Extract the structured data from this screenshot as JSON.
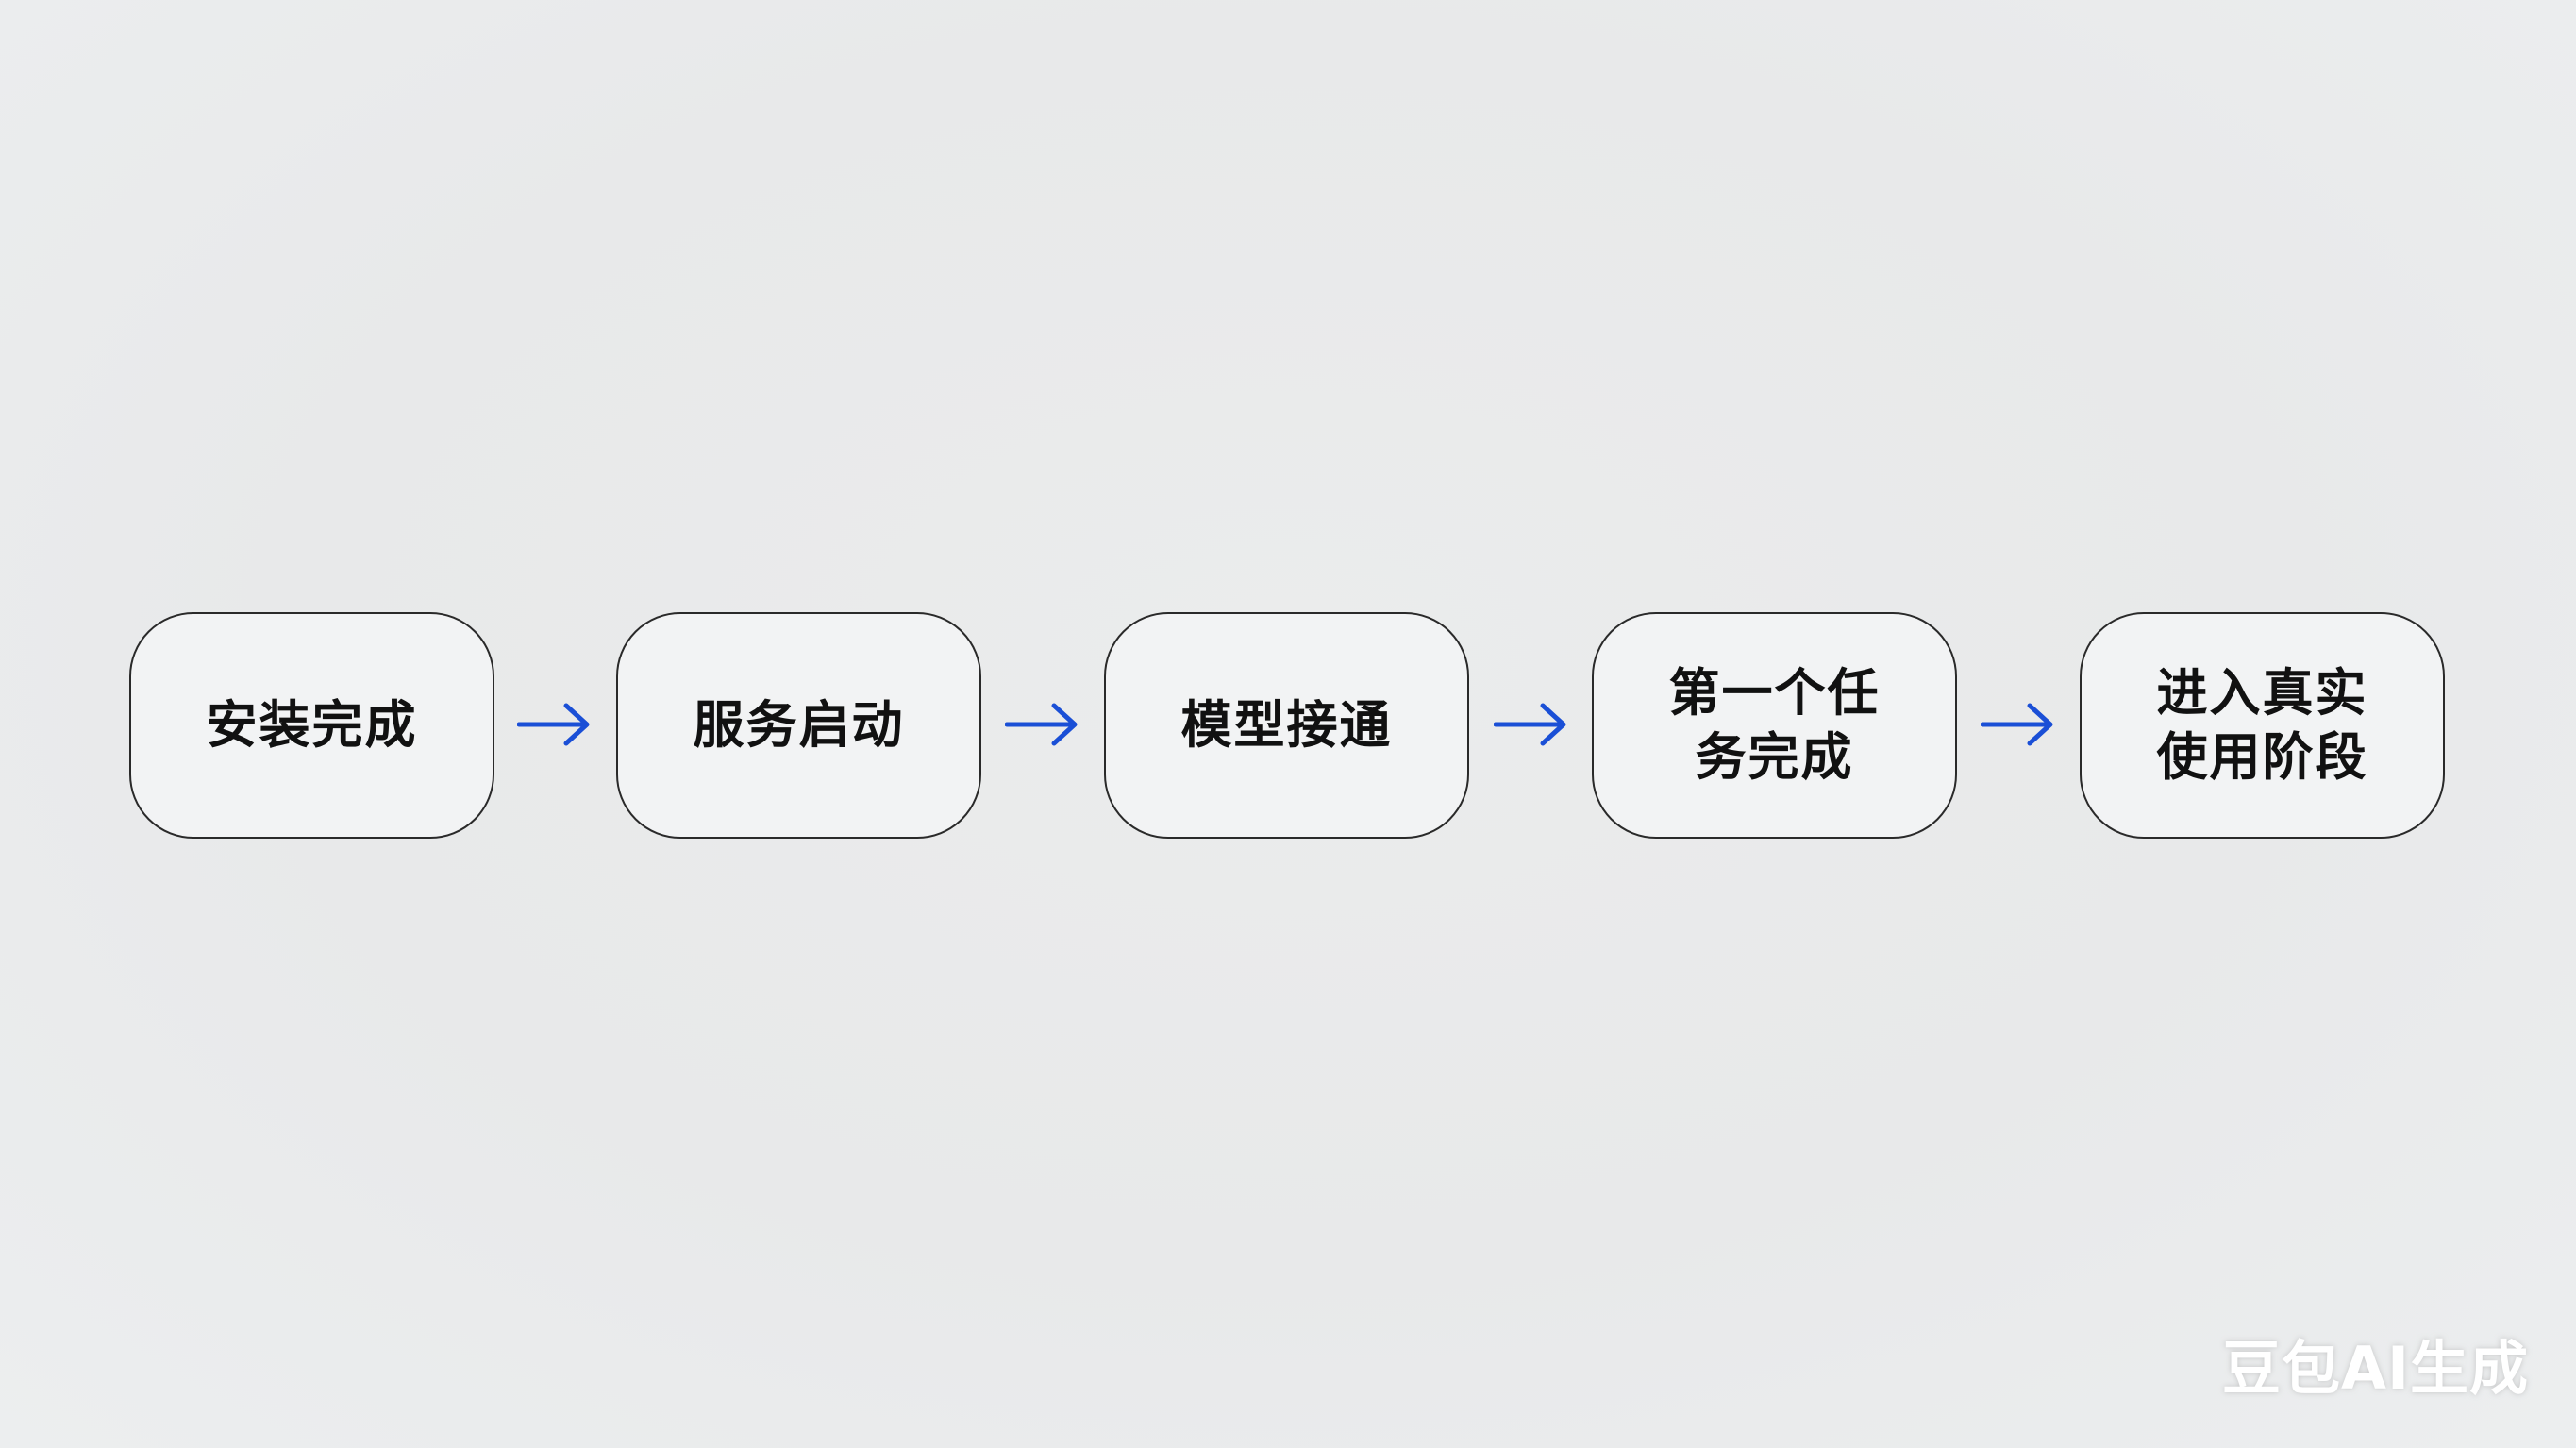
{
  "steps": [
    {
      "label": "安装完成"
    },
    {
      "label": "服务启动"
    },
    {
      "label": "模型接通"
    },
    {
      "label": "第一个任\n务完成"
    },
    {
      "label": "进入真实\n使用阶段"
    }
  ],
  "arrow_color": "#1a4fd6",
  "box_border_color": "#2a2a2a",
  "watermark": "豆包AI生成"
}
